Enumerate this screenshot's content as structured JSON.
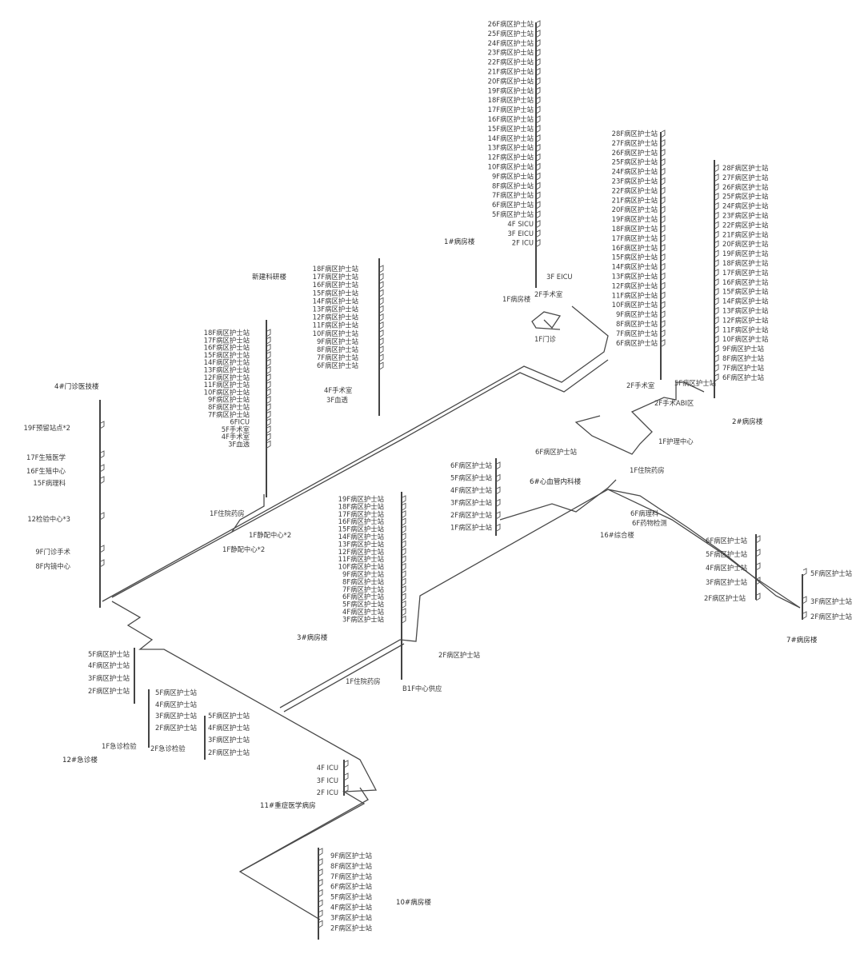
{
  "buildings": [
    {
      "id": "b1",
      "name": "1#病房楼",
      "stations": [
        "26F病区护士站",
        "25F病区护士站",
        "24F病区护士站",
        "23F病区护士站",
        "22F病区护士站",
        "21F病区护士站",
        "20F病区护士站",
        "19F病区护士站",
        "18F病区护士站",
        "17F病区护士站",
        "16F病区护士站",
        "15F病区护士站",
        "14F病区护士站",
        "13F病区护士站",
        "12F病区护士站",
        "10F病区护士站",
        "9F病区护士站",
        "8F病区护士站",
        "7F病区护士站",
        "6F病区护士站",
        "5F病区护士站",
        "4F SICU",
        "3F EICU",
        "2F ICU"
      ],
      "extra": [
        "3F EICU",
        "1F病房楼",
        "2F手术室",
        "1F门诊"
      ]
    },
    {
      "id": "b2",
      "name": "2#病房楼",
      "stations": [
        "28F病区护士站",
        "27F病区护士站",
        "26F病区护士站",
        "25F病区护士站",
        "24F病区护士站",
        "23F病区护士站",
        "22F病区护士站",
        "21F病区护士站",
        "20F病区护士站",
        "19F病区护士站",
        "18F病区护士站",
        "17F病区护士站",
        "16F病区护士站",
        "15F病区护士站",
        "14F病区护士站",
        "13F病区护士站",
        "12F病区护士站",
        "11F病区护士站",
        "10F病区护士站",
        "9F病区护士站",
        "8F病区护士站",
        "7F病区护士站",
        "6F病区护士站"
      ]
    },
    {
      "id": "b2b",
      "name": "",
      "stations": [
        "28F病区护士站",
        "27F病区护士站",
        "26F病区护士站",
        "25F病区护士站",
        "24F病区护士站",
        "23F病区护士站",
        "22F病区护士站",
        "21F病区护士站",
        "20F病区护士站",
        "19F病区护士站",
        "18F病区护士站",
        "17F病区护士站",
        "16F病区护士站",
        "15F病区护士站",
        "14F病区护士站",
        "13F病区护士站",
        "12F病区护士站",
        "11F病区护士站",
        "10F病区护士站",
        "9F病区护士站",
        "8F病区护士站",
        "7F病区护士站",
        "6F病区护士站"
      ],
      "extra": [
        "5F病区护士站",
        "2F手术室",
        "2F手术ABI区",
        "1F护理中心",
        "1F住院药房"
      ]
    },
    {
      "id": "b_new",
      "name": "新建科研楼",
      "stations": [
        "18F病区护士站",
        "17F病区护士站",
        "16F病区护士站",
        "15F病区护士站",
        "14F病区护士站",
        "13F病区护士站",
        "12F病区护士站",
        "11F病区护士站",
        "10F病区护士站",
        "9F病区护士站",
        "8F病区护士站",
        "7F病区护士站",
        "6F病区护士站"
      ],
      "extra": [
        "4F手术室",
        "3F血透"
      ]
    },
    {
      "id": "b5",
      "name": "",
      "stations": [
        "18F病区护士站",
        "17F病区护士站",
        "16F病区护士站",
        "15F病区护士站",
        "14F病区护士站",
        "13F病区护士站",
        "12F病区护士站",
        "11F病区护士站",
        "10F病区护士站",
        "9F病区护士站",
        "8F病区护士站",
        "7F病区护士站",
        "6FICU",
        "5F手术室",
        "4F手术室",
        "3F血透"
      ],
      "extra": [
        "1F住院药房",
        "1F静配中心*2",
        "1F静配中心*2"
      ]
    },
    {
      "id": "b4",
      "name": "4#门诊医技楼",
      "stations": [
        "19F预留站点*2",
        "17F生殖医学",
        "16F生殖中心",
        "15F病理科",
        "12检验中心*3",
        "9F门诊手术",
        "8F内镜中心"
      ]
    },
    {
      "id": "b6",
      "name": "6#心血管内科楼",
      "stations": [
        "6F病区护士站",
        "5F病区护士站",
        "4F病区护士站",
        "3F病区护士站",
        "2F病区护士站",
        "1F病区护士站"
      ],
      "extra": [
        "6F病区护士站",
        "6F病理科",
        "6F药物检测",
        "16#综合楼"
      ]
    },
    {
      "id": "b3",
      "name": "3#病房楼",
      "stations": [
        "19F病区护士站",
        "18F病区护士站",
        "17F病区护士站",
        "16F病区护士站",
        "15F病区护士站",
        "14F病区护士站",
        "13F病区护士站",
        "12F病区护士站",
        "11F病区护士站",
        "10F病区护士站",
        "9F病区护士站",
        "8F病区护士站",
        "7F病区护士站",
        "6F病区护士站",
        "5F病区护士站",
        "4F病区护士站",
        "3F病区护士站"
      ],
      "extra": [
        "2F病区护士站",
        "1F住院药房",
        "B1F中心供应"
      ]
    },
    {
      "id": "b7",
      "name": "7#病房楼",
      "stations": [
        "6F病区护士站",
        "5F病区护士站",
        "4F病区护士站",
        "3F病区护士站",
        "2F病区护士站",
        "5F病区护士站",
        "3F病区护士站",
        "2F病区护士站"
      ]
    },
    {
      "id": "b12",
      "name": "12#急诊楼",
      "stations": [
        "5F病区护士站",
        "4F病区护士站",
        "3F病区护士站",
        "2F病区护士站",
        "5F病区护士站",
        "4F病区护士站",
        "3F病区护士站",
        "2F病区护士站",
        "5F病区护士站",
        "4F病区护士站",
        "3F病区护士站",
        "2F病区护士站"
      ],
      "extra": [
        "1F急诊检验",
        "2F急诊检验"
      ]
    },
    {
      "id": "b11",
      "name": "11#重症医学病房",
      "stations": [
        "4F ICU",
        "3F ICU",
        "2F ICU"
      ]
    },
    {
      "id": "b10",
      "name": "10#病房楼",
      "stations": [
        "9F病区护士站",
        "8F病区护士站",
        "7F病区护士站",
        "6F病区护士站",
        "5F病区护士站",
        "4F病区护士站",
        "3F病区护士站",
        "2F病区护士站"
      ]
    }
  ]
}
